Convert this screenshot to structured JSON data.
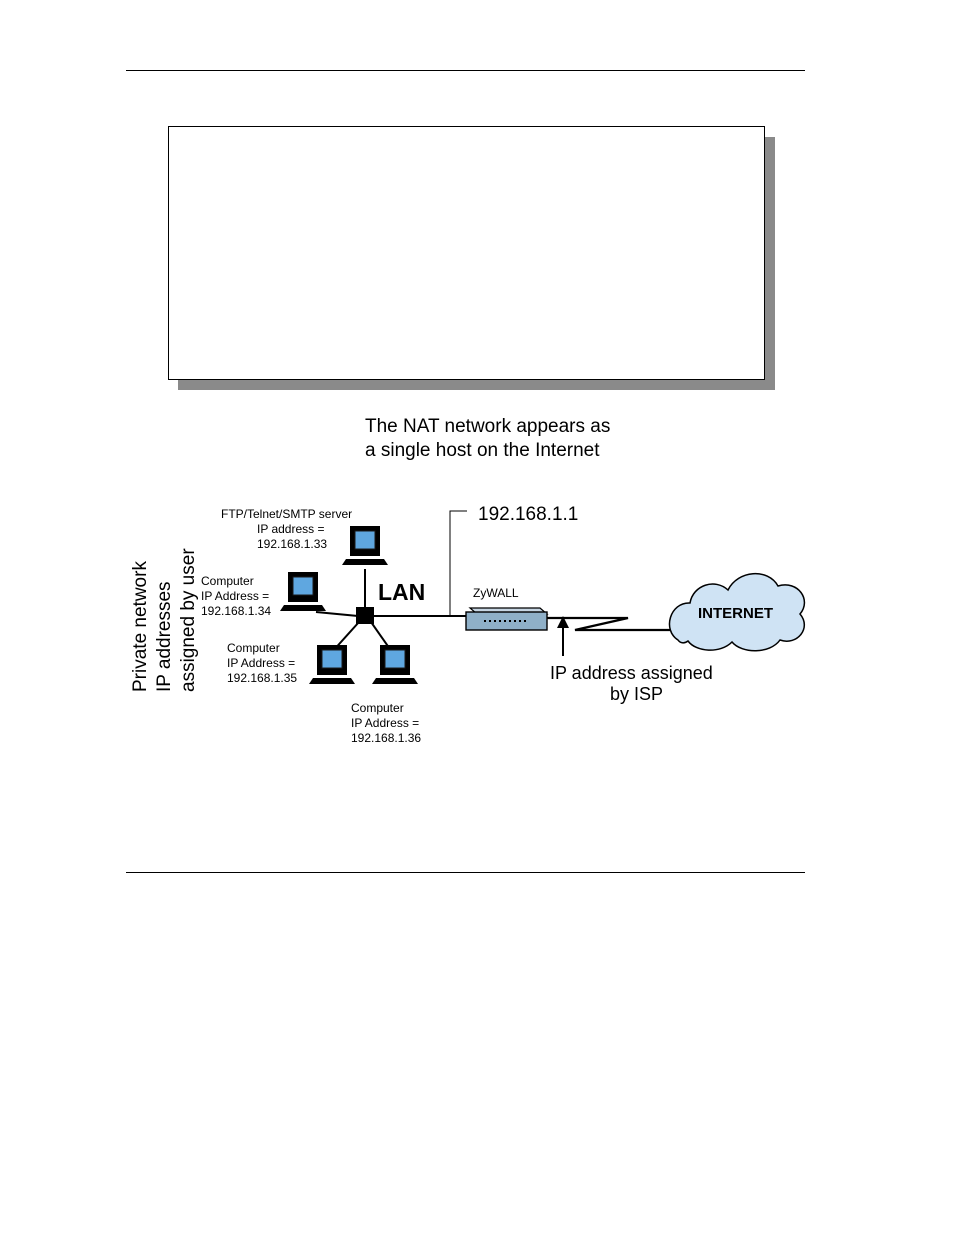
{
  "headline": {
    "line1": "The NAT network appears as",
    "line2": "a single host on the Internet"
  },
  "side_label": {
    "line1": "Private network",
    "line2": "IP addresses",
    "line3": "assigned by user"
  },
  "server": {
    "line1": "FTP/Telnet/SMTP server",
    "line2": "IP address =",
    "line3": "192.168.1.33"
  },
  "computer_34": {
    "line1": "Computer",
    "line2": "IP Address =",
    "line3": "192.168.1.34"
  },
  "computer_35": {
    "line1": "Computer",
    "line2": "IP Address =",
    "line3": "192.168.1.35"
  },
  "computer_36": {
    "line1": "Computer",
    "line2": "IP Address =",
    "line3": "192.168.1.36"
  },
  "lan_label": "LAN",
  "lan_ip": "192.168.1.1",
  "router_label": "ZyWALL",
  "internet_label": "INTERNET",
  "isp_note": {
    "line1": "IP address assigned",
    "line2": "by ISP"
  },
  "colors": {
    "screen": "#5fa7e0",
    "router": "#8fb0c8",
    "cloud": "#cfe3f4",
    "shadow": "#8a8a8a"
  },
  "icons": [
    "computer-icon",
    "hub-icon",
    "router-icon",
    "cloud-icon",
    "lightning-link-icon",
    "arrow-up-icon"
  ]
}
